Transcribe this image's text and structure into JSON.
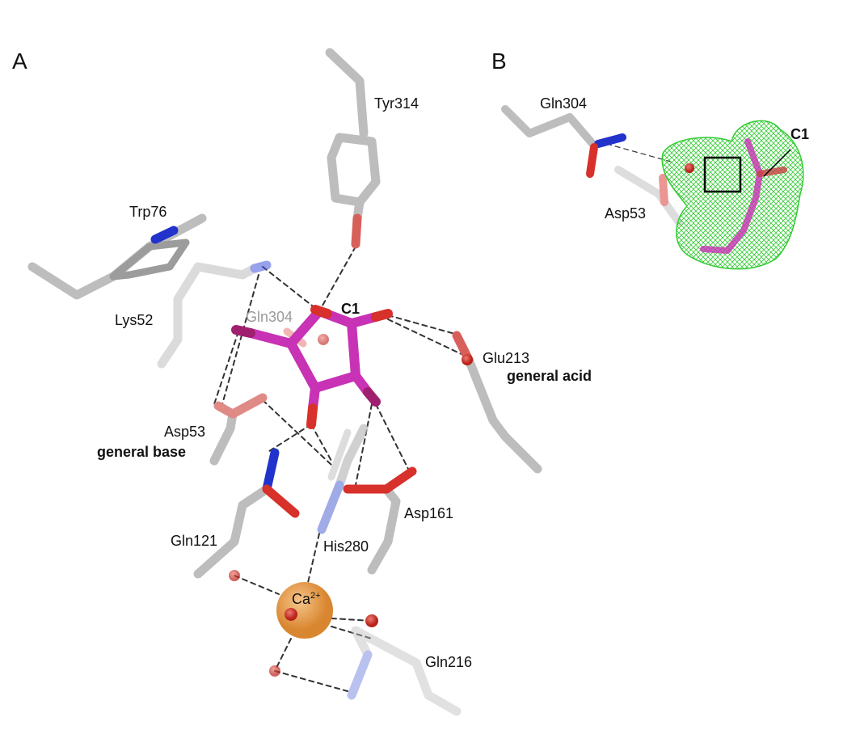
{
  "panels": {
    "a": "A",
    "b": "B"
  },
  "panel_a": {
    "residues": {
      "tyr314": "Tyr314",
      "trp76": "Trp76",
      "lys52": "Lys52",
      "gln304": "Gln304",
      "glu213": "Glu213",
      "asp53": "Asp53",
      "gln121": "Gln121",
      "his280": "His280",
      "asp161": "Asp161",
      "gln216": "Gln216"
    },
    "c1": "C1",
    "general_acid": "general acid",
    "general_base": "general base",
    "calcium": "Ca",
    "calcium_charge": "2+"
  },
  "panel_b": {
    "gln304": "Gln304",
    "asp53": "Asp53",
    "c1": "C1"
  },
  "colors": {
    "carbon": "#bdbdbd",
    "ligand": "#c832b4",
    "oxygen": "#d8302a",
    "nitrogen": "#2233cc",
    "calcium": "#e89a48",
    "density": "#33cc33"
  }
}
